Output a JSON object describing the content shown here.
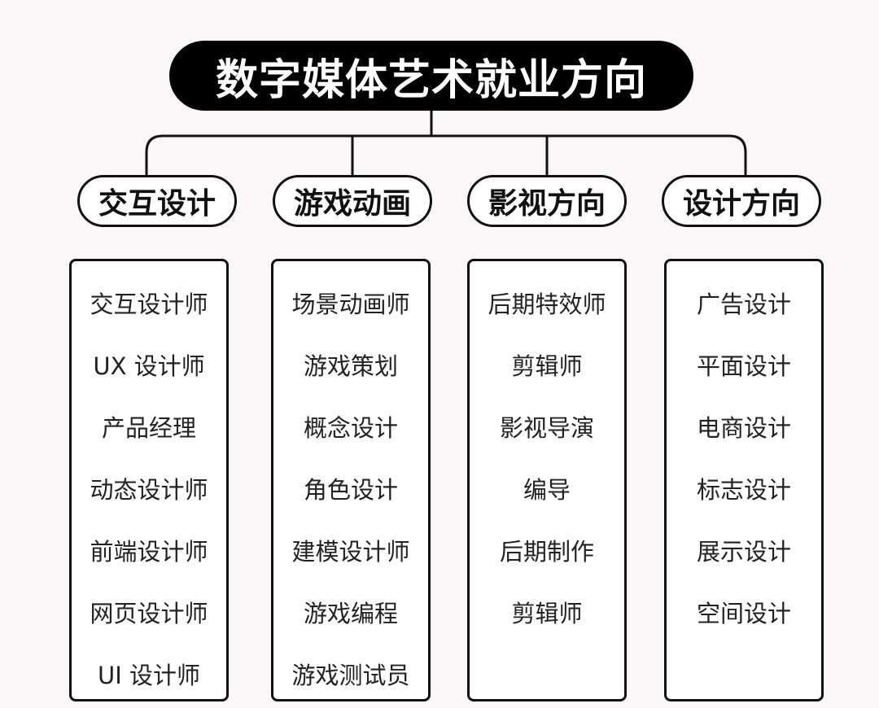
{
  "title": "数字媒体艺术就业方向",
  "categories": [
    {
      "label": "交互设计",
      "items": [
        "交互设计师",
        "UX 设计师",
        "产品经理",
        "动态设计师",
        "前端设计师",
        "网页设计师",
        "UI 设计师"
      ]
    },
    {
      "label": "游戏动画",
      "items": [
        "场景动画师",
        "游戏策划",
        "概念设计",
        "角色设计",
        "建模设计师",
        "游戏编程",
        "游戏测试员"
      ]
    },
    {
      "label": "影视方向",
      "items": [
        "后期特效师",
        "剪辑师",
        "影视导演",
        "编导",
        "后期制作",
        "剪辑师"
      ]
    },
    {
      "label": "设计方向",
      "items": [
        "广告设计",
        "平面设计",
        "电商设计",
        "标志设计",
        "展示设计",
        "空间设计"
      ]
    }
  ]
}
